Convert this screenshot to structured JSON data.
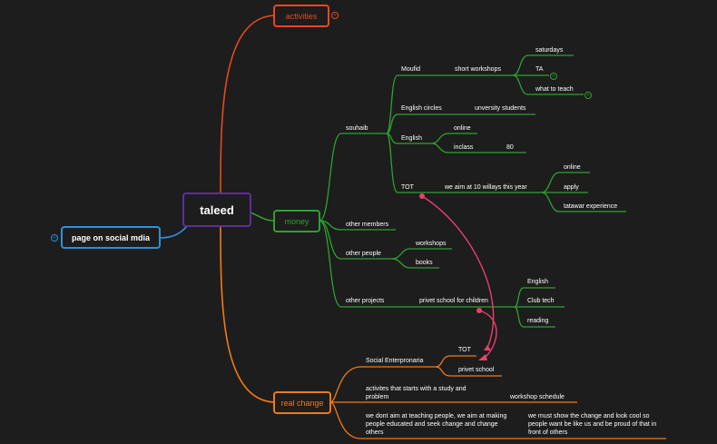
{
  "colors": {
    "background": "#1d1d1d",
    "central": "#5e2d9c",
    "activities": "#e8481f",
    "money": "#2fa12f",
    "real_change": "#f07a1a",
    "social": "#2f8fd8",
    "relationship": "#ea3f6e"
  },
  "central": {
    "title": "taleed"
  },
  "branches": {
    "activities": {
      "label": "activities",
      "badge_icon": "plus-circle-icon"
    },
    "money": {
      "label": "money"
    },
    "real_change": {
      "label": "real change"
    },
    "social": {
      "label": "page on social mdia",
      "badge_icon": "plus-circle-icon"
    }
  },
  "money": {
    "souhaib": "souhaib",
    "moufid": "Moufid",
    "short_workshops": "short workshops",
    "saturdays": "saturdays",
    "ta": "TA",
    "what_to_teach": "what to teach",
    "english_circles": "English circles",
    "university_students": "unversity students",
    "english": "English",
    "online": "online",
    "inclass": "inclass",
    "inclass_count": "80",
    "tot": "TOT",
    "tot_aim": "we aim at 10 willays this year",
    "tot_online": "online",
    "apply": "apply",
    "tatawar": "tatawar experience",
    "other_members": "other members",
    "other_people": "other people",
    "workshops": "workshops",
    "books": "books",
    "other_projects": "other projects",
    "privet_school_children": "privet school for children",
    "proj_english": "English",
    "club_tech": "Club tech",
    "reading": "reading"
  },
  "real_change": {
    "social_enterprise": "Social Enterpronaria",
    "tot": "TOT",
    "privet_school": "privet school",
    "activities_study": "activites that starts with a study and problem",
    "workshop_schedule": "workshop schedule",
    "aim_teaching": "we dont aim at teaching people, we aim at making people educated and seek change and change others",
    "show_change": "we must show the change and look cool so people want be like us and be proud of that in front of others"
  }
}
